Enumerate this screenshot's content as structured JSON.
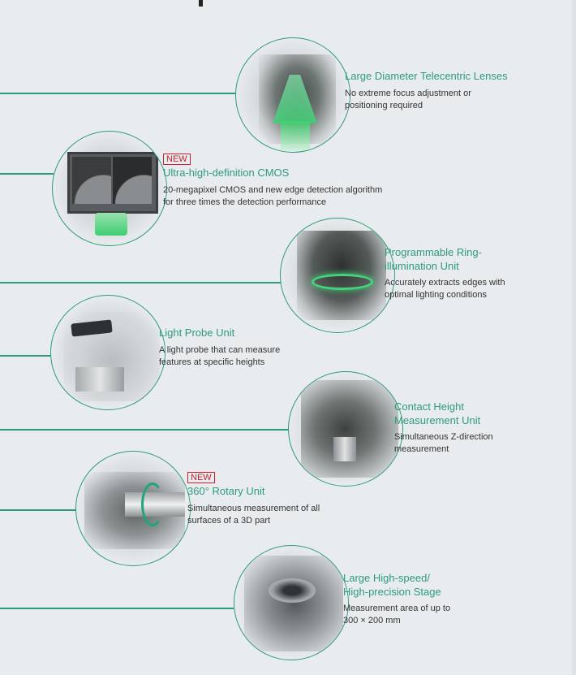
{
  "page": {
    "background": "#e8ecef",
    "accent_color": "#2e9a7c",
    "new_badge_color": "#c8202e"
  },
  "features": [
    {
      "id": "telecentric-lenses",
      "badge": null,
      "title_lines": [
        "Large Diameter Telecentric Lenses"
      ],
      "desc_lines": [
        "No extreme focus adjustment or",
        "positioning required"
      ],
      "image": "telecentric-lens-photo"
    },
    {
      "id": "cmos",
      "badge": "NEW",
      "title_lines": [
        "Ultra-high-definition CMOS"
      ],
      "desc_lines": [
        "20-megapixel CMOS and new edge detection algorithm",
        "for three times the detection performance"
      ],
      "image": "cmos-monitor-photo"
    },
    {
      "id": "ring-illumination",
      "badge": null,
      "title_lines": [
        "Programmable Ring-",
        "illumination Unit"
      ],
      "desc_lines": [
        "Accurately extracts edges with",
        "optimal lighting conditions"
      ],
      "image": "ring-light-photo"
    },
    {
      "id": "light-probe",
      "badge": null,
      "title_lines": [
        "Light Probe Unit"
      ],
      "desc_lines": [
        "A light probe that can measure",
        "features at specific heights"
      ],
      "image": "light-probe-photo"
    },
    {
      "id": "contact-height",
      "badge": null,
      "title_lines": [
        "Contact Height",
        "Measurement Unit"
      ],
      "desc_lines": [
        "Simultaneous Z-direction",
        "measurement"
      ],
      "image": "contact-height-photo"
    },
    {
      "id": "rotary-unit",
      "badge": "NEW",
      "title_lines": [
        "360° Rotary Unit"
      ],
      "desc_lines": [
        "Simultaneous measurement of all",
        "surfaces of a 3D part"
      ],
      "image": "rotary-unit-photo"
    },
    {
      "id": "stage",
      "badge": null,
      "title_lines": [
        "Large High-speed/",
        "High-precision Stage"
      ],
      "desc_lines": [
        "Measurement area of up to",
        "300 × 200 mm"
      ],
      "image": "stage-photo"
    }
  ]
}
